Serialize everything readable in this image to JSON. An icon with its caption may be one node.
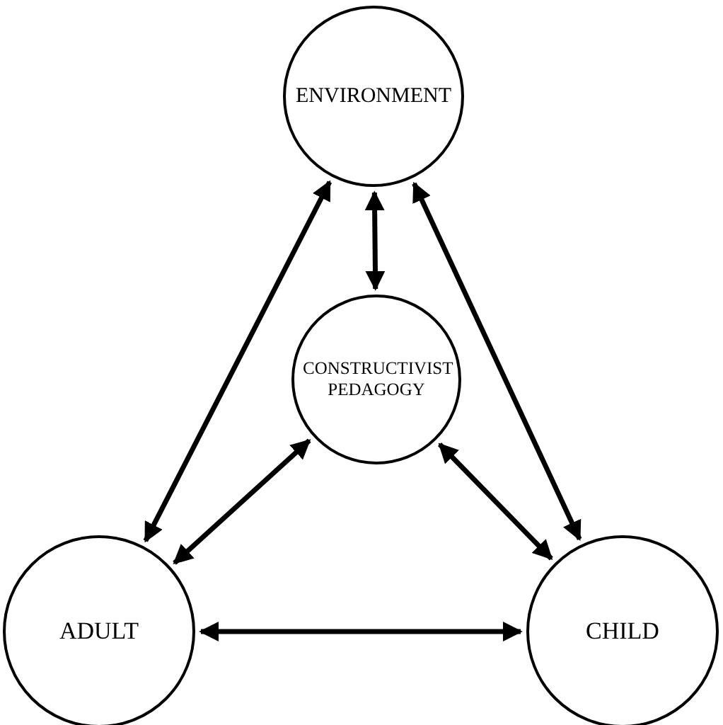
{
  "diagram": {
    "nodes": [
      {
        "text": [
          "ENVIRONMENT"
        ]
      },
      {
        "text": [
          "CONSTRUCTIVIST PEDAGOGY"
        ]
      },
      {
        "text": [
          "ADULT"
        ]
      },
      {
        "text": [
          "CHILD"
        ]
      }
    ],
    "edges": [
      {
        "from": 0,
        "to": 1,
        "arrow": "both"
      },
      {
        "from": 0,
        "to": 2,
        "arrow": "both"
      },
      {
        "from": 0,
        "to": 3,
        "arrow": "both"
      },
      {
        "from": 1,
        "to": 2,
        "arrow": "both"
      },
      {
        "from": 1,
        "to": 3,
        "arrow": "both"
      },
      {
        "from": 2,
        "to": 3,
        "arrow": "both"
      }
    ]
  }
}
